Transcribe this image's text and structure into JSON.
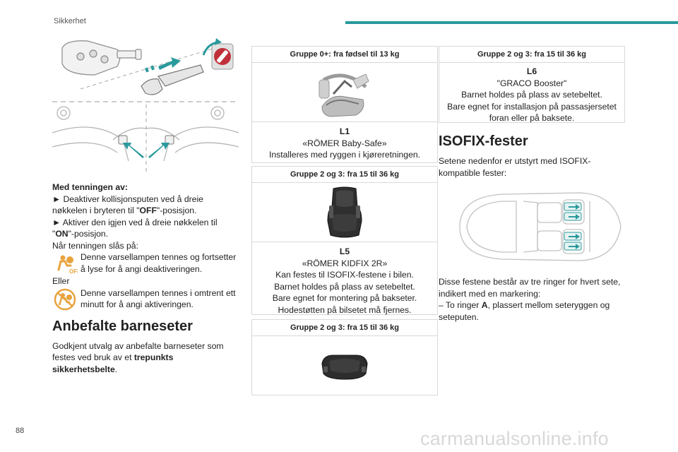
{
  "header": {
    "section": "Sikkerhet",
    "accent": "#2a9a9c"
  },
  "page_number": "88",
  "watermark": "carmanualsonline.info",
  "left": {
    "intro_title": "Med tenningen av:",
    "step1_a": "► Deaktiver kollisjonsputen ved å dreie nøkkelen i bryteren til \"",
    "step1_b": "OFF",
    "step1_c": "\"-posisjon.",
    "step2_a": "► Aktiver den igjen ved å dreie nøkkelen til \"",
    "step2_b": "ON",
    "step2_c": "\"-posisjon.",
    "ignition_on": "Når tenningen slås på:",
    "warn1_text": "Denne varsellampen tennes og fortsetter å lyse for å angi deaktiveringen.",
    "or_label": "Eller",
    "warn2_text": "Denne varsellampen tennes i omtrent ett minutt for å angi aktiveringen.",
    "heading": "Anbefalte barneseter",
    "body_a": "Godkjent utvalg av anbefalte barneseter som festes ved bruk av et ",
    "body_b": "trepunkts sikkerhetsbelte",
    "body_c": "."
  },
  "boxes": {
    "b1": {
      "head": "Gruppe 0+: fra fødsel til 13 kg",
      "code": "L1",
      "name": "«RÖMER Baby-Safe»",
      "desc": "Installeres med ryggen i kjøreretningen."
    },
    "b2": {
      "head": "Gruppe 2 og 3: fra 15 til 36 kg",
      "code": "L5",
      "name": "«RÖMER KIDFIX 2R»",
      "desc1": "Kan festes til ISOFIX-festene i bilen.",
      "desc2": "Barnet holdes på plass av setebeltet.",
      "desc3": "Bare egnet for montering på bakseter.",
      "desc4": "Hodestøtten på bilsetet må fjernes."
    },
    "b3": {
      "head": "Gruppe 2 og 3: fra 15 til 36 kg"
    },
    "b4": {
      "head": "Gruppe 2 og 3: fra 15 til 36 kg",
      "code": "L6",
      "name": "\"GRACO Booster\"",
      "desc1": "Barnet holdes på plass av setebeltet.",
      "desc2": "Bare egnet for installasjon på passasjersetet foran eller på baksete."
    }
  },
  "right": {
    "heading": "ISOFIX-fester",
    "intro": "Setene nedenfor er utstyrt med ISOFIX-kompatible fester:",
    "body1": "Disse festene består av tre ringer for hvert sete, indikert med en markering:",
    "body2_a": "–  To ringer ",
    "body2_b": "A",
    "body2_c": ", plassert mellom seteryggen og seteputen."
  },
  "icons": {
    "warn1": "airbag-off-warning-icon",
    "warn2": "airbag-off-crossed-warning-icon"
  },
  "colors": {
    "teal": "#2a9a9c",
    "warning_orange": "#e8a33d",
    "illustration_gray": "#bfbfbf"
  }
}
